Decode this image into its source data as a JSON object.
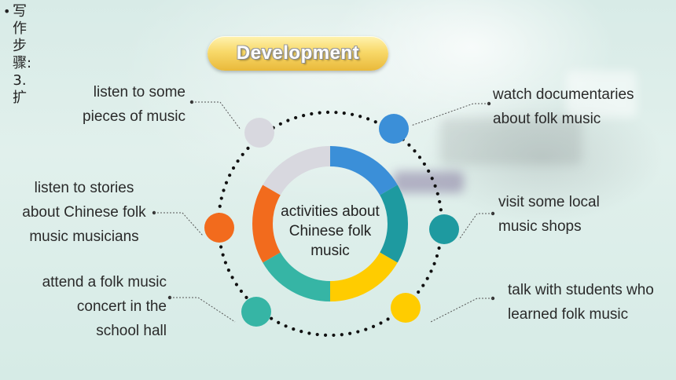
{
  "side_title": {
    "bullet": "•",
    "text": "写作步骤:3.扩"
  },
  "header": {
    "label": "Development"
  },
  "center": {
    "text_lines": [
      "activities about",
      "Chinese folk",
      "music"
    ]
  },
  "activities": [
    {
      "lines": [
        "listen to some",
        "pieces of music"
      ],
      "color": "#d8d8df"
    },
    {
      "lines": [
        "watch documentaries",
        "about folk music"
      ],
      "color": "#3b8fd8"
    },
    {
      "lines": [
        "listen to stories",
        "about Chinese folk",
        "music musicians"
      ],
      "color": "#f26b1d"
    },
    {
      "lines": [
        "visit some local",
        "music shops"
      ],
      "color": "#1e9aa0"
    },
    {
      "lines": [
        "attend a folk music",
        "concert in the",
        "school hall"
      ],
      "color": "#36b5a5"
    },
    {
      "lines": [
        "talk with students who",
        "learned folk music"
      ],
      "color": "#ffcc00"
    }
  ],
  "ring_segments": [
    {
      "color": "#3b8fd8"
    },
    {
      "color": "#1e9aa0"
    },
    {
      "color": "#ffcc00"
    },
    {
      "color": "#36b5a5"
    },
    {
      "color": "#f26b1d"
    },
    {
      "color": "#d8d8df"
    }
  ]
}
